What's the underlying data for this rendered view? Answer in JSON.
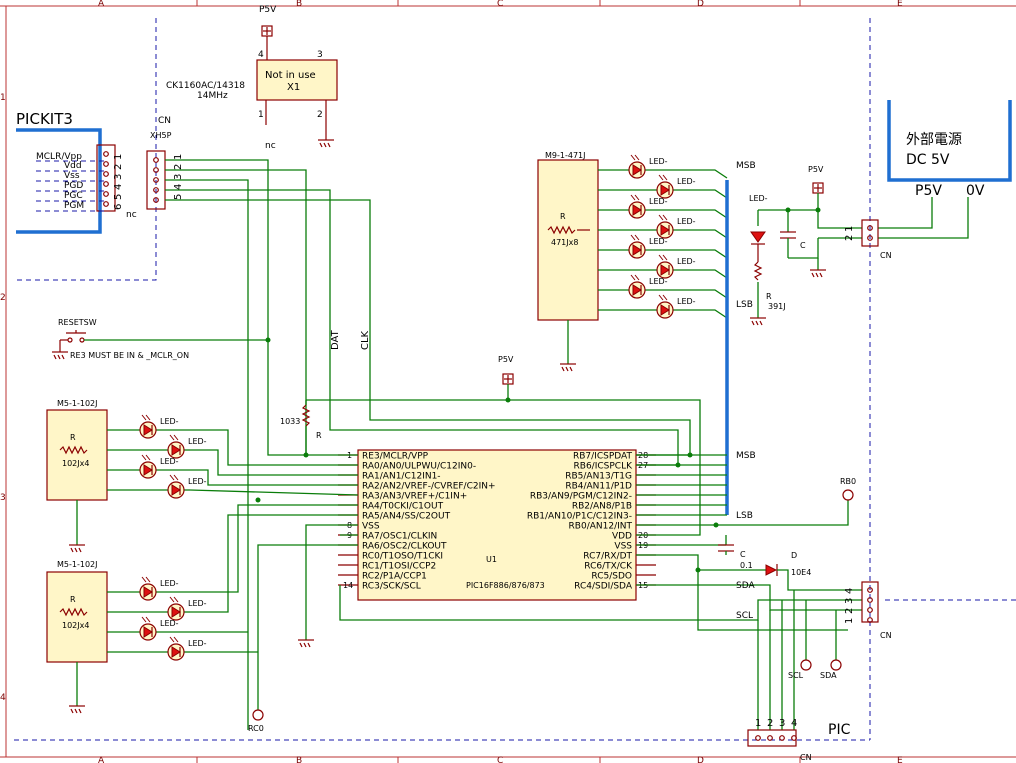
{
  "frame": {
    "columns": [
      "A",
      "B",
      "C",
      "D",
      "E"
    ],
    "rows": [
      "1",
      "2",
      "3",
      "4"
    ]
  },
  "blocks": {
    "pickit_title": "PICKIT3",
    "pickit_pins": [
      "MCLR/Vpp",
      "Vdd",
      "Vss",
      "PGD",
      "PGC",
      "PGM"
    ],
    "pickit_nums": [
      "1",
      "2",
      "3",
      "4",
      "5",
      "6"
    ],
    "pickit_nc": "nc",
    "cn_xh5p_ref": "CN",
    "cn_xh5p_val": "XH5P",
    "cn_xh5p_nums": [
      "1",
      "2",
      "3",
      "4",
      "5"
    ],
    "osc_p5v": "P5V",
    "osc_part": "CK1160AC/14318",
    "osc_freq": "14MHz",
    "osc_box_line1": "Not in use",
    "osc_box_line2": "X1",
    "osc_pins": [
      "4",
      "3",
      "1",
      "2"
    ],
    "osc_nc": "nc",
    "ext_power_line1": "外部電源",
    "ext_power_line2": "DC 5V",
    "ext_p5v": "P5V",
    "ext_0v": "0V",
    "reset_label": "RESETSW",
    "reset_note": "RE3 MUST BE IN & _MCLR_ON",
    "dat_label": "DAT",
    "clk_label": "CLK",
    "m9_label": "M9-1-471J",
    "m9_r": "R",
    "m9_value": "471Jx8",
    "m5a_label": "M5-1-102J",
    "m5b_label": "M5-1-102J",
    "m5_r": "R",
    "m5_value": "102Jx4",
    "led_label": "LED-",
    "msb": "MSB",
    "lsb": "LSB",
    "r_1033": "1033",
    "r_r": "R",
    "p5v": "P5V",
    "ind_led": "LED-",
    "ind_c": "C",
    "ind_r": "R",
    "ind_r_val": "391J",
    "cn": "CN",
    "cn_12": [
      "1",
      "2"
    ],
    "rb0": "RB0",
    "c_label": "C",
    "c_val": "0.1",
    "d_label": "D",
    "d_val": "10E4",
    "sda": "SDA",
    "scl": "SCL",
    "cn4_nums": [
      "4",
      "3",
      "2",
      "1"
    ],
    "cn_bottom_nums": [
      "1",
      "2",
      "3",
      "4"
    ],
    "pic": "PIC",
    "rc0": "RC0"
  },
  "chip": {
    "ref": "U1",
    "part": "PIC16F886/876/873",
    "left_pins": [
      "RE3/MCLR/VPP",
      "RA0/AN0/ULPWU/C12IN0-",
      "RA1/AN1/C12IN1-",
      "RA2/AN2/VREF-/CVREF/C2IN+",
      "RA3/AN3/VREF+/C1IN+",
      "RA4/T0CKI/C1OUT",
      "RA5/AN4/SS/C2OUT",
      "VSS",
      "RA7/OSC1/CLKIN",
      "RA6/OSC2/CLKOUT",
      "RC0/T1OSO/T1CKI",
      "RC1/T1OSI/CCP2",
      "RC2/P1A/CCP1",
      "RC3/SCK/SCL"
    ],
    "right_pins": [
      "RB7/ICSPDAT",
      "RB6/ICSPCLK",
      "RB5/AN13/T1G",
      "RB4/AN11/P1D",
      "RB3/AN9/PGM/C12IN2-",
      "RB2/AN8/P1B",
      "RB1/AN10/P1C/C12IN3-",
      "RB0/AN12/INT",
      "VDD",
      "VSS",
      "RC7/RX/DT",
      "RC6/TX/CK",
      "RC5/SDO",
      "RC4/SDI/SDA"
    ],
    "left_nums": [
      "1",
      "8",
      "9",
      "14"
    ],
    "right_nums": [
      "28",
      "27",
      "20",
      "19",
      "15"
    ]
  }
}
